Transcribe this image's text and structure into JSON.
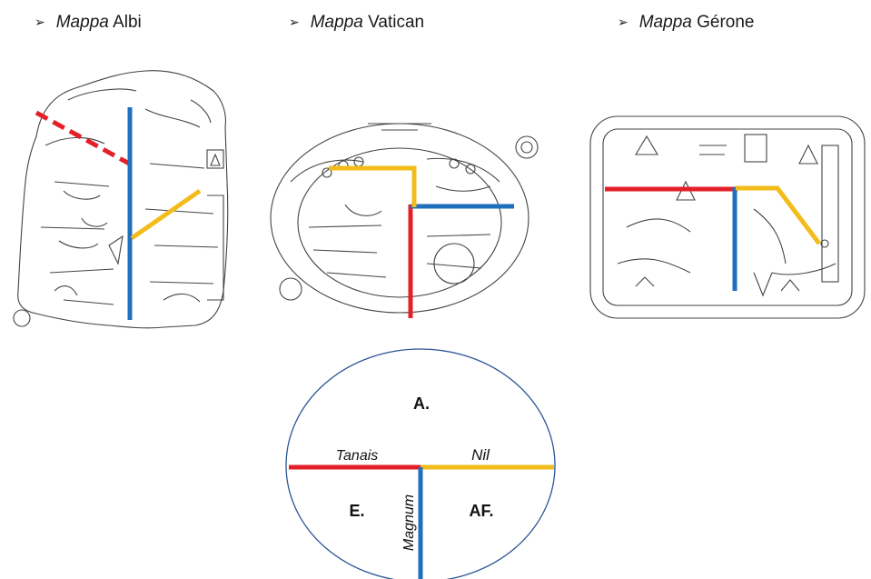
{
  "headings": [
    {
      "arrow": "➢",
      "italic": "Mappa",
      "name": "Albi"
    },
    {
      "arrow": "➢",
      "italic": "Mappa",
      "name": "Vatican"
    },
    {
      "arrow": "➢",
      "italic": "Mappa",
      "name": "Gérone"
    }
  ],
  "diagram": {
    "top": "A.",
    "left": "E.",
    "right": "AF.",
    "river_left": "Tanais",
    "river_right": "Nil",
    "river_vertical": "Magnum"
  },
  "colors": {
    "red": "#e3202a",
    "yellow": "#f2bd1b",
    "blue": "#1f6fbf",
    "ink": "#3a3a3a"
  }
}
